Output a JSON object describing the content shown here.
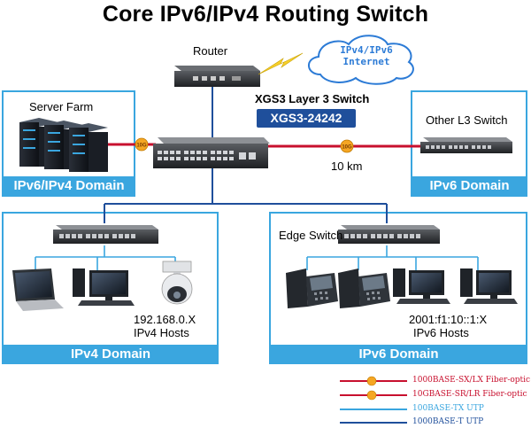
{
  "title": "Core IPv6/IPv4 Routing Switch",
  "core": {
    "router_label": "Router",
    "cloud_line1": "IPv4/IPv6",
    "cloud_line2": "Internet",
    "switch_label": "XGS3 Layer 3 Switch",
    "model": "XGS3-24242",
    "distance": "10 km"
  },
  "link_badges": {
    "left": "10G",
    "right": "10G"
  },
  "domains": {
    "server_farm": {
      "label": "Server Farm",
      "domain": "IPv6/IPv4 Domain"
    },
    "other_l3": {
      "label": "Other L3 Switch",
      "domain": "IPv6 Domain"
    },
    "ipv4": {
      "domain": "IPv4 Domain",
      "address": "192.168.0.X",
      "hosts": "IPv4 Hosts"
    },
    "ipv6": {
      "label": "Edge Switch",
      "domain": "IPv6 Domain",
      "address": "2001:f1:10::1:X",
      "hosts": "IPv6 Hosts"
    }
  },
  "legend": [
    {
      "label": "1000BASE-SX/LX Fiber-optic",
      "color": "#c8102e",
      "badge": true
    },
    {
      "label": "10GBASE-SR/LR Fiber-optic",
      "color": "#c8102e",
      "badge": true
    },
    {
      "label": "100BASE-TX UTP",
      "color": "#3aa6df",
      "badge": false
    },
    {
      "label": "1000BASE-T UTP",
      "color": "#1f4f9b",
      "badge": false
    }
  ],
  "colors": {
    "domain_border": "#3aa6df",
    "domain_bar": "#3aa6df",
    "model_pill": "#1f4f9b",
    "fiber": "#c8102e",
    "utp_100": "#3aa6df",
    "utp_1000": "#1f4f9b",
    "badge": "#f5a623",
    "lightning": "#f7d02c"
  },
  "icons": [
    "router-icon",
    "cloud-icon",
    "lightning-icon",
    "core-switch-icon",
    "server-rack-icon",
    "l3-switch-icon",
    "laptop-icon",
    "desktop-icon",
    "ptz-camera-icon",
    "ip-phone-icon"
  ]
}
